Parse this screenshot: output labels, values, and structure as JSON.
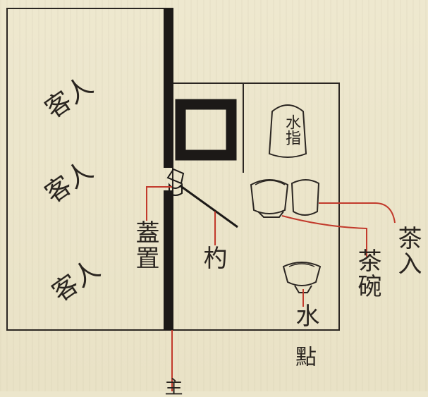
{
  "diagram": {
    "guests": [
      "客人",
      "客人",
      "客人"
    ],
    "labels": {
      "mizusashi": "水指",
      "chaire": "茶入",
      "chawan": "茶碗",
      "hishaku": "杓",
      "futaoki": "蓋置",
      "kensui": "水",
      "bottom_mark": "點",
      "bottom_edge": "主"
    }
  }
}
